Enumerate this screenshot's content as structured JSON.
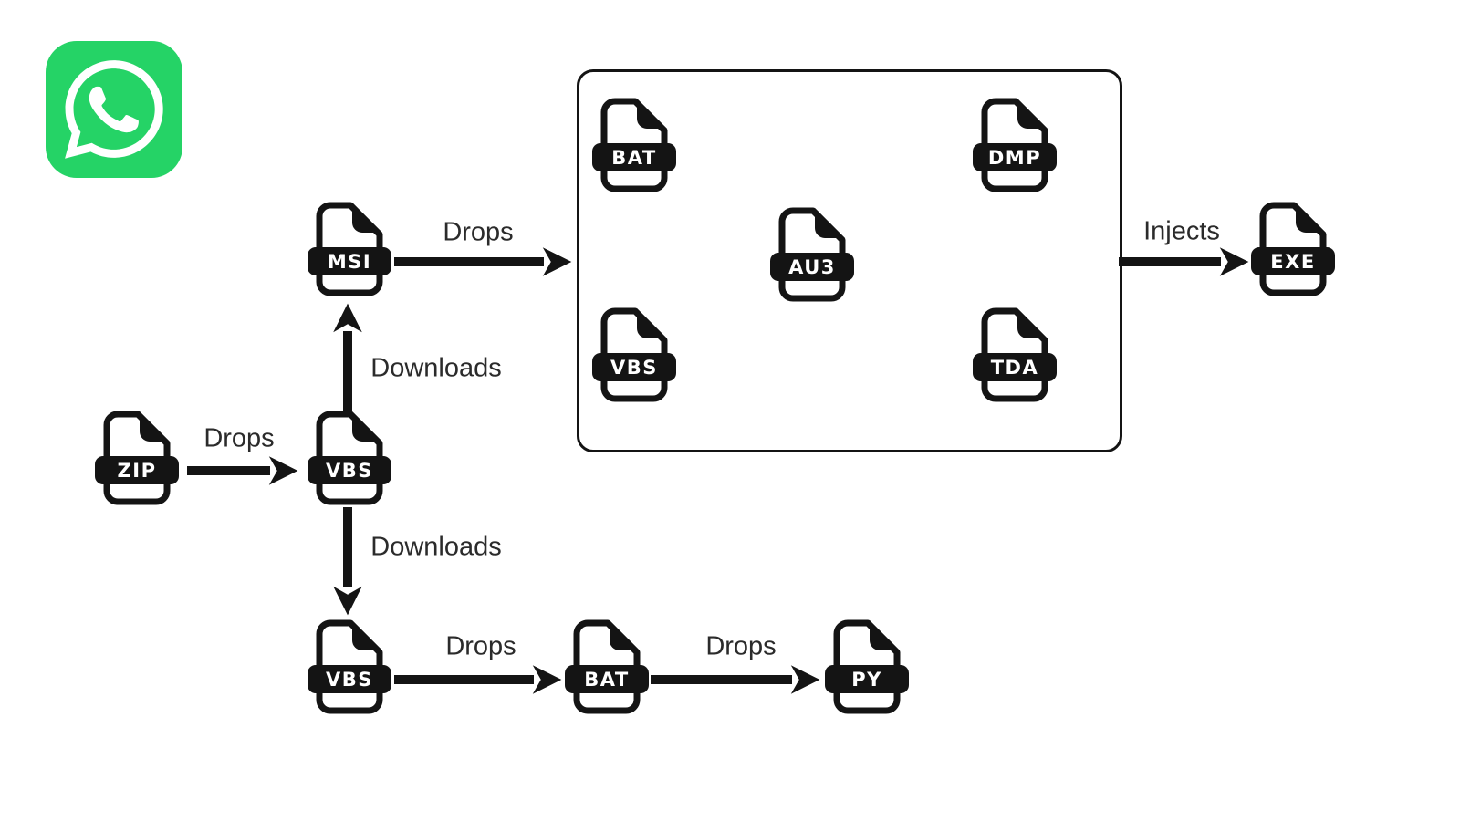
{
  "diagram": {
    "title_hint": "WhatsApp malware infection chain",
    "colors": {
      "background": "#ffffff",
      "ink": "#141414",
      "label_text": "#2b2b2b",
      "whatsapp_green": "#25D366"
    },
    "logo": {
      "name": "whatsapp",
      "glyph": "phone-in-speech-bubble"
    },
    "nodes": {
      "zip": {
        "label": "ZIP"
      },
      "vbs_main": {
        "label": "VBS"
      },
      "msi": {
        "label": "MSI"
      },
      "vbs_loader": {
        "label": "VBS"
      },
      "bat_dropper": {
        "label": "BAT"
      },
      "py": {
        "label": "PY"
      },
      "exe": {
        "label": "EXE"
      },
      "box_bat": {
        "label": "BAT"
      },
      "box_dmp": {
        "label": "DMP"
      },
      "box_au3": {
        "label": "AU3"
      },
      "box_vbs": {
        "label": "VBS"
      },
      "box_tda": {
        "label": "TDA"
      }
    },
    "edges": {
      "zip_to_vbs": {
        "label": "Drops"
      },
      "vbs_to_msi": {
        "label": "Downloads"
      },
      "msi_to_box": {
        "label": "Drops"
      },
      "box_to_exe": {
        "label": "Injects"
      },
      "vbs_to_vbs2": {
        "label": "Downloads"
      },
      "vbs2_to_bat": {
        "label": "Drops"
      },
      "bat_to_py": {
        "label": "Drops"
      }
    }
  }
}
